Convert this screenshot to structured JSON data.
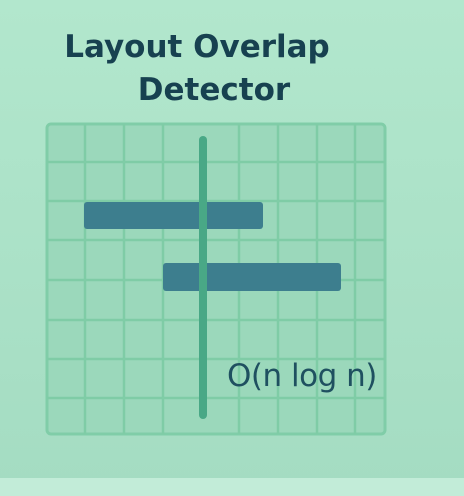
{
  "title": {
    "line1": "Layout Overlap",
    "line2": "Detector"
  },
  "complexity": "O(n log n)",
  "colors": {
    "background": "#aee3c9",
    "grid_fill": "#99d7b9",
    "grid_lines": "#7fcca6",
    "sweep_line": "#4aa887",
    "rectangles": "#3d7f8f",
    "title_text": "#174150"
  },
  "diagram": {
    "grid": {
      "columns": 9,
      "rows": 8
    },
    "sweep_line_icon": "vertical-sweep-line",
    "interval_count": 2
  }
}
